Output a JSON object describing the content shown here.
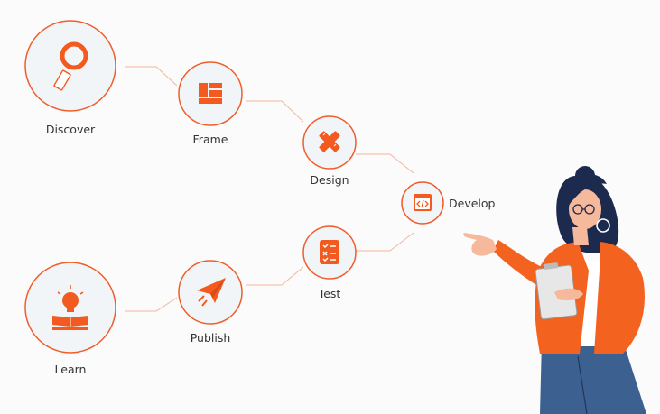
{
  "colors": {
    "accent": "#f25a1f",
    "ring": "#f05d2a",
    "connector": "#f4b59d",
    "circle_fill": "#f1f5f8",
    "label": "#333333"
  },
  "steps": [
    {
      "id": "discover",
      "label": "Discover",
      "icon": "magnifier-icon"
    },
    {
      "id": "frame",
      "label": "Frame",
      "icon": "layout-grid-icon"
    },
    {
      "id": "design",
      "label": "Design",
      "icon": "pencil-ruler-icon"
    },
    {
      "id": "develop",
      "label": "Develop",
      "icon": "code-window-icon"
    },
    {
      "id": "test",
      "label": "Test",
      "icon": "checklist-icon"
    },
    {
      "id": "publish",
      "label": "Publish",
      "icon": "paper-plane-icon"
    },
    {
      "id": "learn",
      "label": "Learn",
      "icon": "lightbulb-book-icon"
    }
  ],
  "illustration": "woman-with-clipboard-pointing"
}
